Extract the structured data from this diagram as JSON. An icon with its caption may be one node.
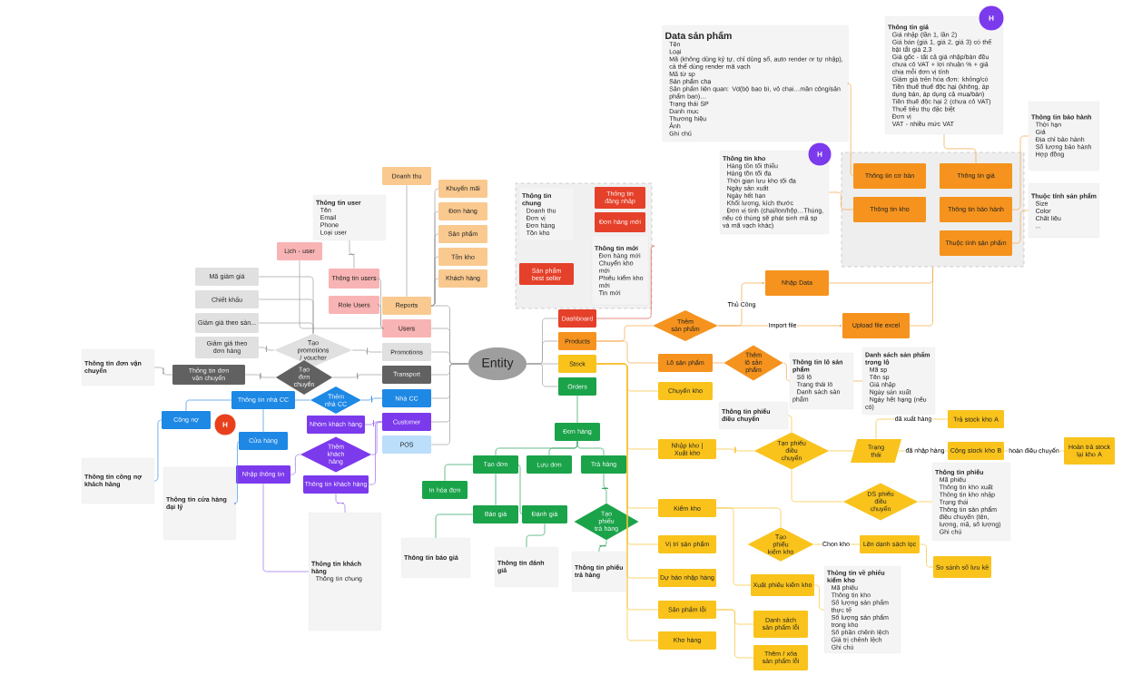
{
  "diagram": {
    "nodes": [
      {
        "text": [
          "Entity"
        ]
      },
      {
        "text": [
          "Reports"
        ]
      },
      {
        "text": [
          "Users"
        ]
      },
      {
        "text": [
          "Promotions"
        ]
      },
      {
        "text": [
          "Transport"
        ]
      },
      {
        "text": [
          "Nhà CC"
        ]
      },
      {
        "text": [
          "Customer"
        ]
      },
      {
        "text": [
          "POS"
        ]
      },
      {
        "text": [
          "Doanh thu"
        ]
      },
      {
        "text": [
          "Khuyến mãi"
        ]
      },
      {
        "text": [
          "Đơn hàng"
        ]
      },
      {
        "text": [
          "Sản phẩm"
        ]
      },
      {
        "text": [
          "Tồn kho"
        ]
      },
      {
        "text": [
          "Khách hàng"
        ]
      },
      {
        "text": [
          "Thông tin user",
          "Tên",
          "Email",
          "Phone",
          "Loại user"
        ]
      },
      {
        "text": [
          "Lịch - user"
        ]
      },
      {
        "text": [
          "Thông tin users"
        ]
      },
      {
        "text": [
          "Role Users"
        ]
      },
      {
        "text": [
          "Mã giảm giá"
        ]
      },
      {
        "text": [
          "Chiết khấu"
        ]
      },
      {
        "text": [
          "Giảm giá theo sản..."
        ]
      },
      {
        "text": [
          "Giảm giá theo đơn hàng"
        ]
      },
      {
        "text": [
          "Tạo promotions / voucher"
        ]
      },
      {
        "text": [
          "Tạo đơn chuyển"
        ]
      },
      {
        "text": [
          "Thông tin đơn vận chuyển"
        ]
      },
      {
        "text": [
          "Thông tin đơn vận chuyển"
        ]
      },
      {
        "text": [
          "Thêm nhà CC"
        ]
      },
      {
        "text": [
          "Thông tin nhà CC"
        ]
      },
      {
        "text": [
          "Công nợ"
        ]
      },
      {
        "text": [
          "Cửa hàng"
        ]
      },
      {
        "text": [
          "Thông tin công nợ khách hàng"
        ]
      },
      {
        "text": [
          "Thông tin cửa hàng đại lý"
        ]
      },
      {
        "text": [
          "H"
        ]
      },
      {
        "text": [
          "Nhóm khách hàng"
        ]
      },
      {
        "text": [
          "Thêm khách hàng"
        ]
      },
      {
        "text": [
          "Thông tin khách hàng"
        ]
      },
      {
        "text": [
          "Nhập thông tin"
        ]
      },
      {
        "text": [
          "Thông tin khách hàng",
          "Thông tin chung"
        ]
      },
      {
        "text": [
          "Dashboard"
        ]
      },
      {
        "text": [
          "Products"
        ]
      },
      {
        "text": [
          "Stock"
        ]
      },
      {
        "text": [
          "Orders"
        ]
      },
      {
        "text": [],
        "shape": "box"
      },
      {
        "text": [
          "Thông tin chung",
          "Doanh thu",
          "Đơn vị",
          "Đơn hàng",
          "Tồn kho"
        ],
        "in": 42
      },
      {
        "text": [
          "Thông tin đăng nhập"
        ],
        "in": 42
      },
      {
        "text": [
          "Đơn hàng mới"
        ],
        "in": 42
      },
      {
        "text": [
          "Sản phẩm best seller"
        ],
        "in": 42
      },
      {
        "text": [
          "Thông tin mới",
          "Đơn hàng mới",
          "Chuyển kho mới",
          "Phiếu kiểm kho mới",
          "Tin mới"
        ],
        "in": 42
      },
      {
        "text": [
          "Đơn hàng"
        ]
      },
      {
        "text": [
          "Tạo đơn"
        ]
      },
      {
        "text": [
          "Lưu đơn"
        ]
      },
      {
        "text": [
          "Trả hàng"
        ]
      },
      {
        "text": [
          "In hóa đơn"
        ]
      },
      {
        "text": [
          "Báo giá"
        ]
      },
      {
        "text": [
          "Đánh giá"
        ]
      },
      {
        "text": [
          "Tạo phiếu trả hàng"
        ]
      },
      {
        "text": [
          "Thông tin báo giá"
        ]
      },
      {
        "text": [
          "Thông tin đánh giá"
        ]
      },
      {
        "text": [
          "Thông tin phiếu trả hàng"
        ]
      },
      {
        "text": [
          "Thêm sản phẩm"
        ]
      },
      {
        "text": [
          "Nhập Data"
        ]
      },
      {
        "text": [
          "Upload file excel"
        ]
      },
      {
        "text": [],
        "shape": "box"
      },
      {
        "text": [
          "Thông tin cơ bản"
        ],
        "in": 62
      },
      {
        "text": [
          "Thông tin kho"
        ],
        "in": 62
      },
      {
        "text": [
          "Thông tin giá"
        ],
        "in": 62
      },
      {
        "text": [
          "Thông tin bảo hành"
        ],
        "in": 62
      },
      {
        "text": [
          "Thuộc tính sản phẩm"
        ],
        "in": 62
      },
      {
        "text": [
          "Data sản phẩm",
          "Tên",
          "Loại",
          "Mã (không dùng ký tự, chỉ dùng số, auto render or tự nhập), cả thể dùng render mã vạch",
          "Mã từ sp",
          "Sản phẩm cha",
          "Sản phẩm liên quan: Vd(bộ bao bì, vỏ chai…mần công/sản phẩm bao)…",
          "Trạng thái SP",
          "Danh mục",
          "Thương hiệu",
          "Ảnh",
          "Ghi chú"
        ]
      },
      {
        "text": [
          "Thông tin giá",
          "Giá nhập (lần 1, lần 2)",
          "Giá bán (giá 1, giá 2, giá 3) có thể bật tắt giá 2,3",
          "Giá gốc - tất cả giá nhập/bán đều chưa có VAT + lợi nhuận % + giá chia mỗi đơn vị tính",
          "Giảm giá trên hóa đơn: không/có",
          "Tiền thuế thuế độc hại (không, áp dụng bán, áp dụng cả mua/bán)",
          "Tiền thuế độc hại 2 (chưa có VAT)",
          "Thuế tiêu thụ đặc biệt",
          "Đơn vị",
          "VAT - nhiều mức VAT"
        ]
      },
      {
        "text": [
          "H"
        ]
      },
      {
        "text": [
          "Thông tin kho",
          "Hàng tồn tối thiểu",
          "Hàng tồn tối đa",
          "Thời gian lưu kho tối đa",
          "Ngày sản xuất",
          "Ngày hết hạn",
          "Khối lượng, kích thước",
          "Đơn vị tính (chai/lon/hộp…Thùng, nếu có thùng sẽ phát sinh mã sp và mã vạch khác)"
        ]
      },
      {
        "text": [
          "H"
        ]
      },
      {
        "text": [
          "Thông tin bảo hành",
          "Thời hạn",
          "Giá",
          "Địa chỉ bảo hành",
          "Số lượng bảo hành",
          "Hợp đồng"
        ]
      },
      {
        "text": [
          "Thuộc tính sản phẩm",
          "Size",
          "Color",
          "Chất liệu",
          "..."
        ]
      },
      {
        "text": [
          "Lô sản phẩm"
        ]
      },
      {
        "text": [
          "Thêm lô sản phẩm"
        ]
      },
      {
        "text": [
          "Thông tin lô sản phẩm",
          "Số lô",
          "Trạng thái lô",
          "Danh sách sản phẩm"
        ]
      },
      {
        "text": [
          "Danh sách sản phẩm trong lô",
          "Mã sp",
          "Tên sp",
          "Giá nhập",
          "Ngày sản xuất",
          "Ngày hết hạng (nếu có)"
        ]
      },
      {
        "text": [
          "Chuyển kho"
        ]
      },
      {
        "text": [
          "Thông tin phiếu điều chuyển"
        ]
      },
      {
        "text": [
          "Nhập kho | Xuất kho"
        ]
      },
      {
        "text": [
          "Tạo phiếu điều chuyển"
        ]
      },
      {
        "text": [
          "Trạng thái"
        ]
      },
      {
        "text": [
          "Trả stock kho A"
        ]
      },
      {
        "text": [
          "Cộng stock kho B"
        ]
      },
      {
        "text": [
          "Hoàn trả stock lại kho A"
        ]
      },
      {
        "text": [
          "DS phiếu điều chuyển"
        ]
      },
      {
        "text": [
          "Thông tin phiếu",
          "Mã phiếu",
          "Thông tin kho xuất",
          "Thông tin kho nhập",
          "Trạng thái",
          "Thông tin sản phẩm điều chuyển (tên, lượng, mã, số lượng)",
          "Ghi chú"
        ]
      },
      {
        "text": [
          "Kiểm kho"
        ]
      },
      {
        "text": [
          "Tạo phiếu kiểm kho"
        ]
      },
      {
        "text": [
          "Lên danh sách lọc"
        ]
      },
      {
        "text": [
          "So sánh số lưu kê"
        ]
      },
      {
        "text": [
          "Xuất phiếu kiểm kho"
        ]
      },
      {
        "text": [
          "Thông tin về phiếu kiểm kho",
          "Mã phiếu",
          "Thông tin kho",
          "Số lượng sản phẩm thực tế",
          "Số lượng sản phẩm trong kho",
          "Số phần chênh lệch",
          "Giá trị chênh lệch",
          "Ghi chú"
        ]
      },
      {
        "text": [
          "Vị trí sản phẩm"
        ]
      },
      {
        "text": [
          "Dự báo nhập hàng"
        ]
      },
      {
        "text": [
          "Sản phẩm lỗi"
        ]
      },
      {
        "text": [
          "Kho hàng"
        ]
      },
      {
        "text": [
          "Danh sách sản phẩm lỗi"
        ]
      },
      {
        "text": [
          "Thêm / xóa sản phẩm lỗi"
        ]
      }
    ],
    "edges": [
      {
        "from": 0,
        "to": 1,
        "arrow": "none"
      },
      {
        "from": 0,
        "to": 2,
        "arrow": "none"
      },
      {
        "from": 0,
        "to": 3,
        "arrow": "none"
      },
      {
        "from": 0,
        "to": 4,
        "arrow": "none"
      },
      {
        "from": 0,
        "to": 5,
        "arrow": "none"
      },
      {
        "from": 0,
        "to": 6,
        "arrow": "none"
      },
      {
        "from": 0,
        "to": 7,
        "arrow": "none"
      },
      {
        "from": 0,
        "to": 38,
        "arrow": "none"
      },
      {
        "from": 0,
        "to": 39,
        "arrow": "none"
      },
      {
        "from": 0,
        "to": 40,
        "arrow": "none"
      },
      {
        "from": 0,
        "to": 41,
        "arrow": "none"
      },
      {
        "from": 1,
        "to": 8,
        "arrow": "none"
      },
      {
        "from": 1,
        "to": 9,
        "arrow": "none"
      },
      {
        "from": 1,
        "to": 10,
        "arrow": "none"
      },
      {
        "from": 1,
        "to": 11,
        "arrow": "none"
      },
      {
        "from": 1,
        "to": 12,
        "arrow": "none"
      },
      {
        "from": 1,
        "to": 13,
        "arrow": "none"
      },
      {
        "from": 2,
        "to": 15,
        "arrow": "none"
      },
      {
        "from": 2,
        "to": 16,
        "arrow": "none"
      },
      {
        "from": 2,
        "to": 17,
        "arrow": "none"
      },
      {
        "from": 16,
        "to": 14,
        "arrow": "none"
      },
      {
        "from": 3,
        "to": 22,
        "arrow": "none"
      },
      {
        "from": 22,
        "to": 18,
        "arrow": "none"
      },
      {
        "from": 22,
        "to": 19,
        "arrow": "none"
      },
      {
        "from": 22,
        "to": 20,
        "arrow": "none"
      },
      {
        "from": 22,
        "to": 21,
        "arrow": "none"
      },
      {
        "from": 4,
        "to": 23,
        "arrow": "none"
      },
      {
        "from": 23,
        "to": 24,
        "arrow": "none"
      },
      {
        "from": 24,
        "to": 25,
        "arrow": "none"
      },
      {
        "from": 5,
        "to": 26,
        "arrow": "none",
        "color": "#3b8ee8"
      },
      {
        "from": 26,
        "to": 27,
        "arrow": "none",
        "color": "#3b8ee8"
      },
      {
        "from": 27,
        "to": 28,
        "arrow": "none",
        "color": "#3b8ee8"
      },
      {
        "from": 27,
        "to": 29,
        "arrow": "none",
        "color": "#3b8ee8"
      },
      {
        "from": 28,
        "to": 30,
        "arrow": "none",
        "color": "#3b8ee8"
      },
      {
        "from": 29,
        "to": 31,
        "arrow": "none",
        "color": "#3b8ee8"
      },
      {
        "from": 6,
        "to": 33,
        "arrow": "none",
        "color": "#9b6cf0"
      },
      {
        "from": 6,
        "to": 34,
        "arrow": "none",
        "color": "#9b6cf0"
      },
      {
        "from": 6,
        "to": 35,
        "arrow": "none",
        "color": "#9b6cf0"
      },
      {
        "from": 34,
        "to": 36,
        "arrow": "none",
        "color": "#9b6cf0"
      },
      {
        "from": 36,
        "to": 37,
        "arrow": "none",
        "color": "#9b6cf0"
      },
      {
        "from": 35,
        "to": 37,
        "arrow": "none",
        "color": "#9b6cf0"
      },
      {
        "from": 38,
        "to": 42,
        "arrow": "none",
        "color": "#e05a4a"
      },
      {
        "from": 39,
        "to": 59,
        "arrow": "none",
        "color": "#f5a340"
      },
      {
        "from": 39,
        "to": 75,
        "arrow": "none",
        "color": "#f5a340"
      },
      {
        "from": 59,
        "to": 60,
        "arrow": "to",
        "label": "Thủ Công",
        "color": "#f5a340"
      },
      {
        "from": 59,
        "to": 61,
        "arrow": "to",
        "label": "Import file",
        "color": "#f5a340"
      },
      {
        "from": 60,
        "to": 62,
        "arrow": "none",
        "color": "#f5a340"
      },
      {
        "from": 61,
        "to": 62,
        "arrow": "none",
        "color": "#f5a340"
      },
      {
        "from": 68,
        "to": 63,
        "arrow": "none",
        "color": "#f5a340"
      },
      {
        "from": 71,
        "to": 64,
        "arrow": "none",
        "color": "#f5a340"
      },
      {
        "from": 69,
        "to": 65,
        "arrow": "none",
        "color": "#f5a340"
      },
      {
        "from": 66,
        "to": 73,
        "arrow": "none",
        "color": "#f5a340"
      },
      {
        "from": 67,
        "to": 74,
        "arrow": "none",
        "color": "#f5a340"
      },
      {
        "from": 75,
        "to": 76,
        "arrow": "none",
        "color": "#f5a340"
      },
      {
        "from": 76,
        "to": 77,
        "arrow": "none",
        "color": "#f5a340"
      },
      {
        "from": 77,
        "to": 78,
        "arrow": "none",
        "color": "#f5a340"
      },
      {
        "from": 40,
        "to": 79,
        "arrow": "none",
        "color": "#f6c232"
      },
      {
        "from": 40,
        "to": 81,
        "arrow": "none",
        "color": "#f6c232"
      },
      {
        "from": 40,
        "to": 89,
        "arrow": "none",
        "color": "#f6c232"
      },
      {
        "from": 40,
        "to": 95,
        "arrow": "none",
        "color": "#f6c232"
      },
      {
        "from": 40,
        "to": 96,
        "arrow": "none",
        "color": "#f6c232"
      },
      {
        "from": 40,
        "to": 97,
        "arrow": "none",
        "color": "#f6c232"
      },
      {
        "from": 40,
        "to": 98,
        "arrow": "none",
        "color": "#f6c232"
      },
      {
        "from": 81,
        "to": 82,
        "arrow": "none",
        "color": "#f6c232"
      },
      {
        "from": 80,
        "to": 82,
        "arrow": "none",
        "color": "#f6c232"
      },
      {
        "from": 82,
        "to": 83,
        "arrow": "none",
        "color": "#f6c232"
      },
      {
        "from": 83,
        "to": 84,
        "arrow": "none",
        "label": "đã xuất hàng",
        "color": "#f6c232"
      },
      {
        "from": 83,
        "to": 85,
        "arrow": "none",
        "label": "đã nhập hàng",
        "color": "#f6c232"
      },
      {
        "from": 85,
        "to": 86,
        "arrow": "none",
        "label": "hoàn điều chuyển",
        "color": "#f6c232"
      },
      {
        "from": 82,
        "to": 87,
        "arrow": "none",
        "color": "#f6c232"
      },
      {
        "from": 87,
        "to": 88,
        "arrow": "none",
        "color": "#f6c232"
      },
      {
        "from": 89,
        "to": 90,
        "arrow": "none",
        "color": "#f6c232"
      },
      {
        "from": 89,
        "to": 93,
        "arrow": "none",
        "color": "#f6c232"
      },
      {
        "from": 90,
        "to": 91,
        "arrow": "none",
        "label": "Chọn kho",
        "color": "#f6c232"
      },
      {
        "from": 91,
        "to": 92,
        "arrow": "none",
        "color": "#f6c232"
      },
      {
        "from": 93,
        "to": 94,
        "arrow": "none",
        "color": "#f6c232"
      },
      {
        "from": 97,
        "to": 99,
        "arrow": "none",
        "color": "#f6c232"
      },
      {
        "from": 97,
        "to": 100,
        "arrow": "none",
        "color": "#f6c232"
      },
      {
        "from": 41,
        "to": 48,
        "arrow": "none",
        "color": "#2aa05a"
      },
      {
        "from": 48,
        "to": 49,
        "arrow": "none",
        "color": "#2aa05a"
      },
      {
        "from": 48,
        "to": 50,
        "arrow": "none",
        "color": "#2aa05a"
      },
      {
        "from": 48,
        "to": 51,
        "arrow": "none",
        "color": "#2aa05a"
      },
      {
        "from": 49,
        "to": 52,
        "arrow": "none",
        "color": "#2aa05a"
      },
      {
        "from": 49,
        "to": 53,
        "arrow": "none",
        "color": "#2aa05a"
      },
      {
        "from": 49,
        "to": 54,
        "arrow": "none",
        "color": "#2aa05a"
      },
      {
        "from": 53,
        "to": 56,
        "arrow": "none",
        "color": "#2aa05a"
      },
      {
        "from": 54,
        "to": 57,
        "arrow": "none",
        "color": "#2aa05a"
      },
      {
        "from": 51,
        "to": 55,
        "arrow": "none",
        "color": "#2aa05a"
      },
      {
        "from": 55,
        "to": 58,
        "arrow": "none",
        "color": "#2aa05a"
      }
    ]
  }
}
